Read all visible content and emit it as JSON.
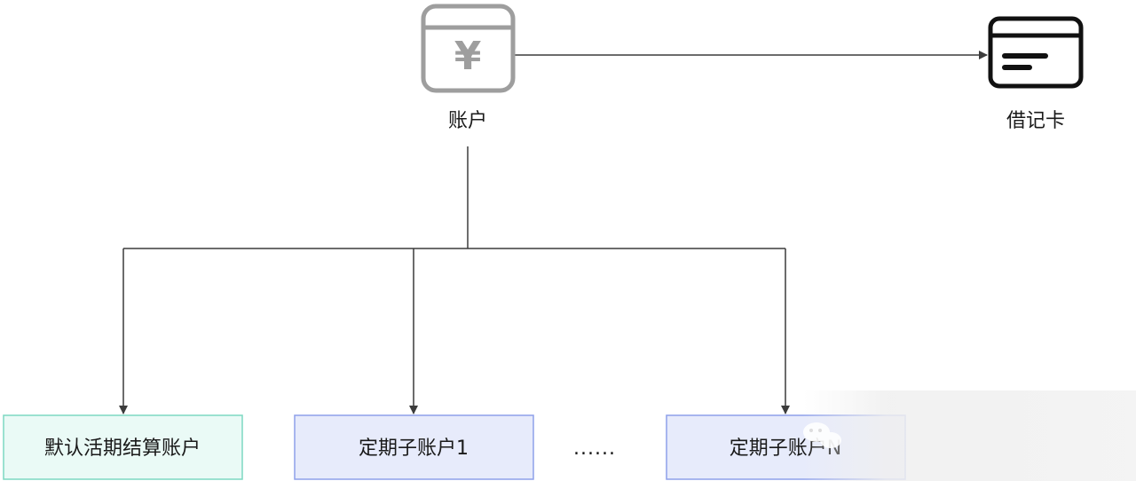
{
  "nodes": {
    "account": {
      "label": "账户",
      "icon": "yuan-wallet-icon",
      "icon_glyph": "¥",
      "icon_color": "#9e9e9e"
    },
    "debit_card": {
      "label": "借记卡",
      "icon": "credit-card-icon",
      "icon_color": "#111111"
    },
    "default_demand": {
      "label": "默认活期结算账户",
      "fill": "#eafaf6",
      "stroke": "#7dd8c2"
    },
    "fixed_1": {
      "label": "定期子账户1",
      "fill": "#e7ebfb",
      "stroke": "#8ea0ea"
    },
    "ellipsis": {
      "label": "......"
    },
    "fixed_n": {
      "label": "定期子账户N",
      "fill": "#e7ebfb",
      "stroke": "#8ea0ea"
    }
  },
  "edges": [
    {
      "from": "account",
      "to": "debit_card"
    },
    {
      "from": "account",
      "to": "default_demand"
    },
    {
      "from": "account",
      "to": "fixed_1"
    },
    {
      "from": "account",
      "to": "fixed_n"
    }
  ],
  "colors": {
    "connector": "#3c3c3c",
    "text": "#1a1a1a"
  }
}
